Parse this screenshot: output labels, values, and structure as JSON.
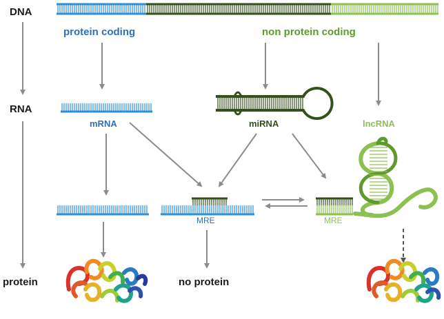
{
  "levels": {
    "dna": "DNA",
    "rna": "RNA",
    "protein": "protein"
  },
  "categories": {
    "coding": "protein coding",
    "noncoding": "non protein coding"
  },
  "molecules": {
    "mrna": "mRNA",
    "mirna": "miRNA",
    "lncrna": "lncRNA"
  },
  "sites": {
    "mre_left": "MRE",
    "mre_right": "MRE"
  },
  "outcomes": {
    "no_protein": "no protein"
  },
  "colors": {
    "blue": "#2f8fd8",
    "dark_green": "#33511c",
    "mid_green": "#5f9a2e",
    "light_green": "#8cc152",
    "arrow": "#8c8c8c"
  }
}
